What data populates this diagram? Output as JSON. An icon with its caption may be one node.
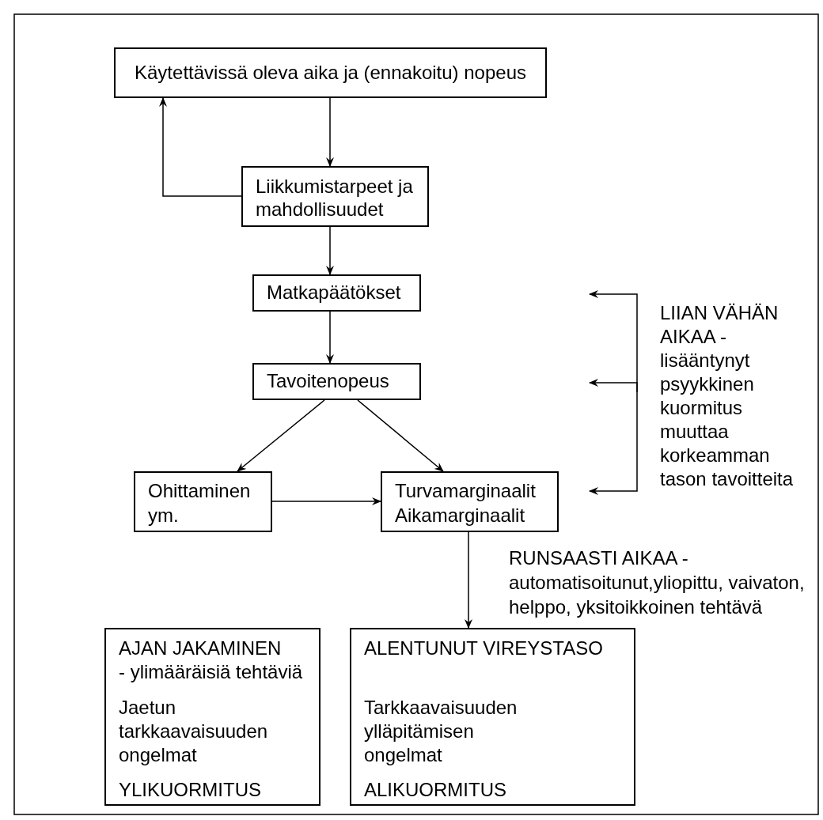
{
  "diagram": {
    "nodes": [
      {
        "text": [
          "Käytettävissä oleva aika ja (ennakoitu) nopeus"
        ]
      },
      {
        "text": [
          "Liikkumistarpeet ja mahdollisuudet"
        ]
      },
      {
        "text": [
          "Matkapäätökset"
        ]
      },
      {
        "text": [
          "Tavoitenopeus"
        ]
      },
      {
        "text": [
          "Ohittaminen ym."
        ]
      },
      {
        "text": [
          "Turvamarginaalit Aikamarginaalit"
        ]
      },
      {
        "text": [
          "LIIAN VÄHÄN AIKAA - lisääntynyt psyykkinen kuormitus muuttaa korkeamman tason tavoitteita"
        ]
      },
      {
        "text": [
          "AJAN JAKAMINEN",
          "- ylimääräisiä tehtäviä",
          "Jaetun tarkkaavaisuuden ongelmat",
          "YLIKUORMITUS"
        ]
      },
      {
        "text": [
          "ALENTUNUT VIREYSTASO",
          "Tarkkaavaisuuden ylläpitämisen ongelmat",
          "ALIKUORMITUS"
        ]
      }
    ],
    "edges": [
      {
        "from": 0,
        "to": 1,
        "arrow": "to"
      },
      {
        "from": 1,
        "to": 0,
        "arrow": "to"
      },
      {
        "from": 1,
        "to": 2,
        "arrow": "to"
      },
      {
        "from": 2,
        "to": 3,
        "arrow": "to"
      },
      {
        "from": 3,
        "to": 4,
        "arrow": "to"
      },
      {
        "from": 3,
        "to": 5,
        "arrow": "to"
      },
      {
        "from": 4,
        "to": 5,
        "arrow": "to"
      },
      {
        "from": 6,
        "to": null,
        "arrow": "to"
      },
      {
        "from": 6,
        "to": null,
        "arrow": "to"
      },
      {
        "from": 6,
        "to": null,
        "arrow": "to"
      },
      {
        "from": 5,
        "to": 8,
        "arrow": "to",
        "label": "RUNSAASTI AIKAA - automatisoitunut,yliopittu, vaivaton, helppo, yksitoikkoinen tehtävä"
      }
    ]
  }
}
